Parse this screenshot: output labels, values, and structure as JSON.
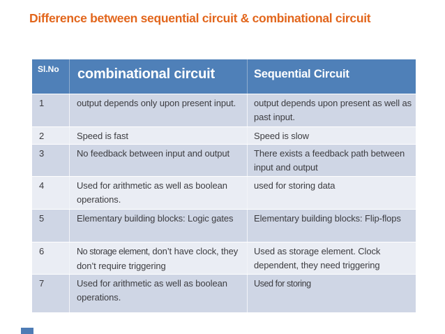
{
  "title": "Difference between sequential circuit & combinational circuit",
  "table": {
    "headers": [
      "Sl.No",
      "combinational circuit",
      "Sequential Circuit"
    ],
    "rows": [
      {
        "no": "1",
        "combinational": [
          {
            "t": "output depends only upon present input."
          }
        ],
        "sequential": [
          {
            "t": "output depends upon present as well as past input."
          }
        ]
      },
      {
        "no": "2",
        "combinational": [
          {
            "t": "Speed is fast"
          }
        ],
        "sequential": [
          {
            "t": "Speed is slow"
          }
        ]
      },
      {
        "no": "3",
        "combinational": [
          {
            "t": "No feedback between input and output"
          }
        ],
        "sequential": [
          {
            "t": "There exists a feedback path between input and output"
          }
        ]
      },
      {
        "no": "4",
        "combinational": [
          {
            "t": "Used for arithmetic as well as boolean operations."
          }
        ],
        "sequential": [
          {
            "t": "used for storing data"
          }
        ]
      },
      {
        "no": "5",
        "combinational": [
          {
            "t": "Elementary building blocks: Logic gates"
          }
        ],
        "sequential": [
          {
            "t": "Elementary building blocks: Flip-flops"
          }
        ]
      },
      {
        "no": "6",
        "combinational": [
          {
            "t": "No storage element,",
            "narrow": true
          },
          {
            "t": " don’t have clock, they don’t require triggering"
          }
        ],
        "sequential": [
          {
            "t": "Used as storage element. Clock dependent, they need triggering"
          }
        ]
      },
      {
        "no": "7",
        "combinational": [
          {
            "t": "Used for arithmetic as well as boolean operations."
          }
        ],
        "sequential": [
          {
            "t": "Used for storing",
            "narrow": true
          }
        ]
      }
    ]
  },
  "colors": {
    "title_orange": "#E2661C",
    "header_blue": "#4F80B8",
    "band_dark": "#CFD6E5",
    "band_light": "#EAEDF4",
    "body_text": "#3C3C40",
    "bottom_mark_blue": "#4E7CB5"
  }
}
